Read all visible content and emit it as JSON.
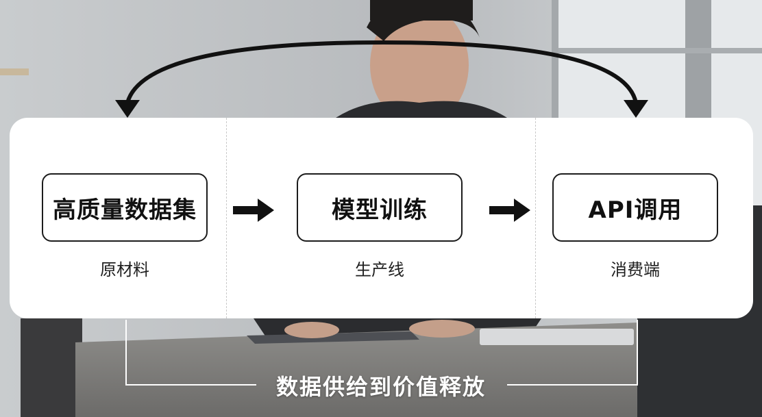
{
  "stages": [
    {
      "title": "高质量数据集",
      "subtitle": "原材料"
    },
    {
      "title": "模型训练",
      "subtitle": "生产线"
    },
    {
      "title": "API调用",
      "subtitle": "消费端"
    }
  ],
  "bottom_label": "数据供给到价值释放",
  "colors": {
    "panel": "#ffffff",
    "box_border": "#1c1c1c",
    "arrow": "#111111",
    "bracket": "#ffffff"
  },
  "icons": {
    "flow_arrow": "right-arrow-icon",
    "loop_arrow": "curved-arrow-icon"
  }
}
